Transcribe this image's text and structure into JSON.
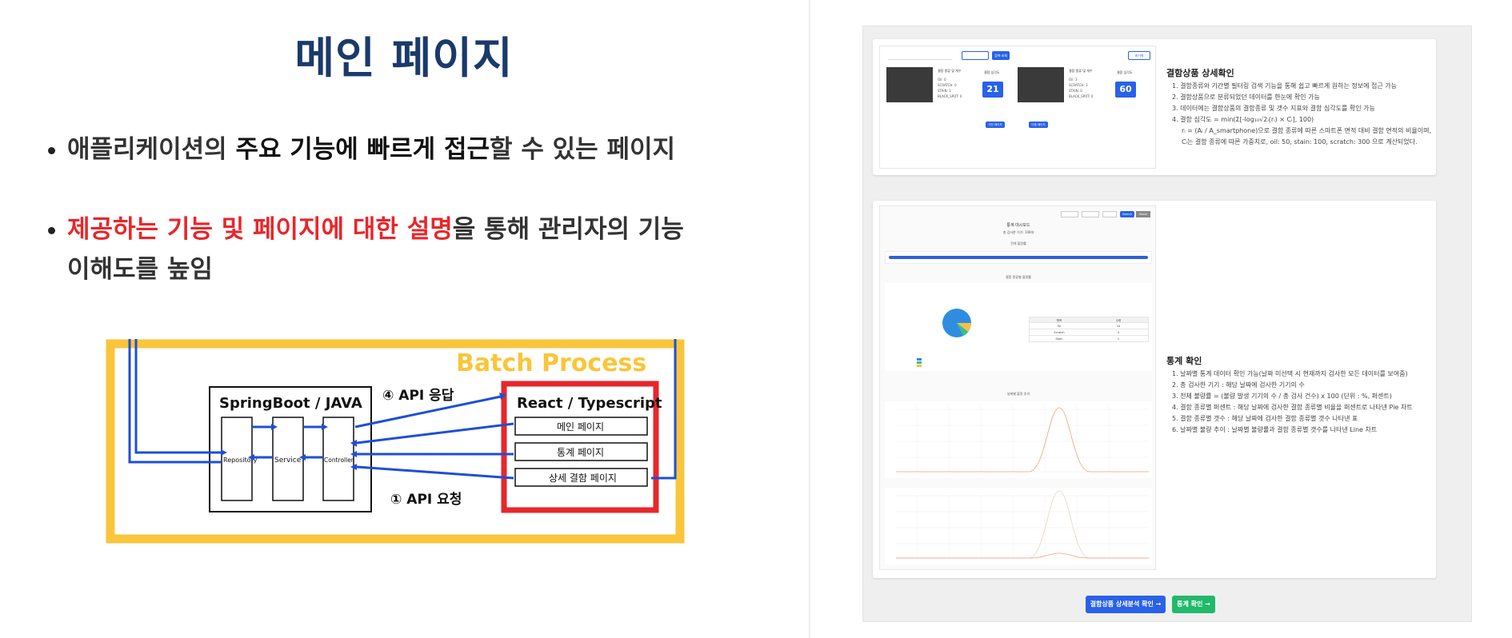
{
  "slide": {
    "title": "메인 페이지",
    "bullet1": {
      "part1": "애플리케이션의 ",
      "part2": "주요 기능에 빠르게 접근",
      "part3": "할 수 있는 페이지"
    },
    "bullet2": {
      "part1": "제공하는 기능 및 페이지에 대한 설명",
      "part2": "을 통해 관리자의 기능",
      "part3": "이해도를 높임"
    }
  },
  "diagram": {
    "batch": "Batch Process",
    "springboot": "SpringBoot / JAVA",
    "react": "React / Typescript",
    "api_response": "④ API 응답",
    "api_request": "① API 요청",
    "repository": "Repository",
    "service": "Service",
    "controller": "Controller",
    "pages": [
      "메인 페이지",
      "통계 페이지",
      "상세 결함 페이지"
    ],
    "colors": {
      "batch": "#f9c53a",
      "react": "#e8262a",
      "arrows": "#1d4fd8"
    }
  },
  "screenshot": {
    "defect_section": {
      "title": "결함상품 상세확인",
      "items": [
        "1. 결함종류와 기간별 필터링 검색 기능을 통해 쉽고 빠르게 원하는 정보에 접근 가능",
        "2. 결함상품으로 분류되었던 데이터를 한눈에 확인 가능",
        "3. 데이터에는 결함상품의 결함종류 및 갯수 지표와 결함 심각도를 확인 가능",
        "4. 결함 심각도 = min(Σ[-log₁₀√2ᵢ(rᵢ) × Cᵢ], 100)",
        "rᵢ = (Aᵢ / A_smartphone)으로 결함 종류에 따른 스마트폰 면적 대비 결함 면적의 비율이며,",
        "Cᵢ는 결함 종류에 따른 가중치로, oil: 50, stain: 100, scratch: 300 으로 계산되었다."
      ],
      "score1": "21",
      "score2": "60",
      "search_btn": "검색·조회",
      "reset_btn": "초기화",
      "prev_btn": "이전 페이지",
      "next_btn": "다음 페이지",
      "defect_label": "결함 종류 및 개수",
      "severity_label": "결함 심각도",
      "legend1": [
        "Oil: 0",
        "SCRATCH: 0",
        "STAIN: 1",
        "BLACK_SPOT: 0"
      ],
      "legend2": [
        "Oil: 3",
        "SCRATCH: 3",
        "STAIN: 0",
        "BLACK_SPOT: 0"
      ]
    },
    "stats_section": {
      "title": "통계 확인",
      "items": [
        "1. 날짜별 통계 데이터 확인 가능(날짜 미선택 시 현재까지 검사한 모든 데이터를 보여줌)",
        "2. 총 검사한 기기 : 해당 날짜에 검사한 기기의 수",
        "3. 전체 불량률 = (불량 발생 기기의 수 / 총 검사 건수) x 100 (단위 : %, 퍼센트)",
        "4. 결함 종류별 퍼센트 : 해당 날짜에 검사한 결함 종류별 비율을 퍼센트로 나타낸 Pie 차트",
        "5. 결함 종류별 갯수 : 해당 날짜에 검사한 결함 종류별 갯수 나타낸 표",
        "6. 날짜별 불량 추이 : 날짜별 불량률과 결함 종류별 갯수를 나타낸 Line 차트"
      ],
      "dashboard_title": "통계 대시보드",
      "dashboard_sub": "총 검사한 기기: 108대",
      "overall_label": "전체 불량률",
      "pie_label": "결함 종류별 불량률",
      "trend_label": "날짜별 불량 추이",
      "table_head": [
        "항목",
        "수량"
      ],
      "table_rows": [
        [
          "Oil",
          "10"
        ],
        [
          "Scratch",
          "4"
        ],
        [
          "Stain",
          "1"
        ]
      ],
      "search_btn": "Search",
      "reset_btn": "Reset"
    },
    "bottom_buttons": {
      "defect": "결함상품 상세분석 확인 →",
      "stats": "통계 확인 →"
    }
  }
}
